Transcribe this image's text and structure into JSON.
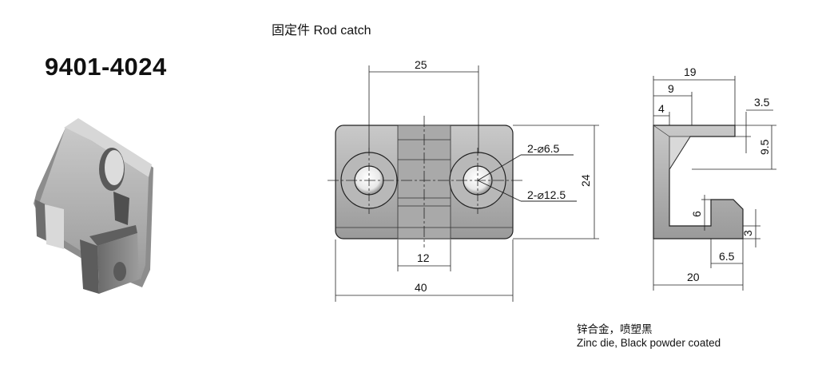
{
  "header": {
    "title": "固定件 Rod catch",
    "part_number": "9401-4024"
  },
  "front_view": {
    "dim_hole_spacing": "25",
    "dim_width": "40",
    "dim_slot": "12",
    "dim_height": "24",
    "label_small_hole": "2-⌀6.5",
    "label_large_hole": "2-⌀12.5"
  },
  "side_view": {
    "dim_depth": "19",
    "dim_9": "9",
    "dim_4": "4",
    "dim_3_5": "3.5",
    "dim_9_5": "9.5",
    "dim_6": "6",
    "dim_3": "3",
    "dim_6_5": "6.5",
    "dim_20": "20"
  },
  "material": {
    "line_cn": "锌合金，喷塑黑",
    "line_en": "Zinc die, Black powder coated"
  }
}
